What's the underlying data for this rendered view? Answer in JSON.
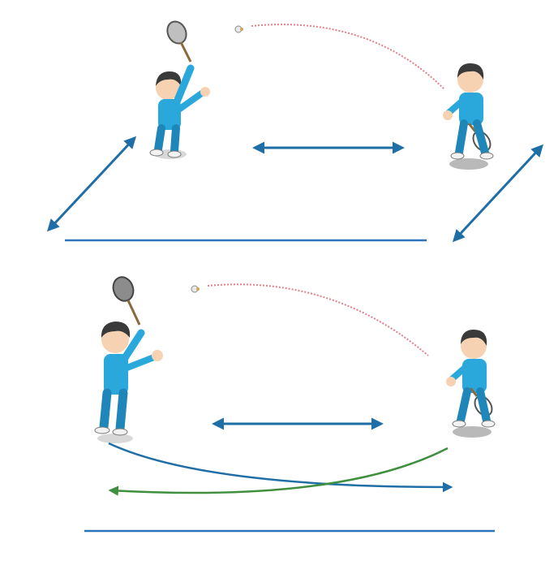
{
  "colors": {
    "background": "#ffffff",
    "arrow_blue": "#1f6fa6",
    "line_blue": "#2b74b8",
    "shuttle_path_pink": "#e37f8b",
    "crossing_green": "#3f8f3f",
    "crossing_blue": "#1f6fa6",
    "uniform": "#2aa8dc",
    "uniform_dark": "#1e86b8",
    "skin": "#f6d2b2",
    "hair": "#3a3a3a",
    "shadow": "#b9b9b9"
  },
  "icons": {
    "player": "player-figure",
    "racket": "badminton-racket",
    "shuttlecock": "shuttlecock",
    "arrow": "double-headed-arrow"
  },
  "panels": [
    {
      "id": "top",
      "players": [
        "hitter-left",
        "receiver-right"
      ],
      "arrows": [
        "diagonal-left",
        "horizontal-center",
        "diagonal-right"
      ],
      "baseline": true,
      "shuttle_path": true
    },
    {
      "id": "bottom",
      "players": [
        "hitter-left",
        "receiver-right"
      ],
      "arrows": [
        "horizontal-center",
        "crossing-blue-right",
        "crossing-green-left"
      ],
      "baseline": true,
      "shuttle_path": true
    }
  ]
}
